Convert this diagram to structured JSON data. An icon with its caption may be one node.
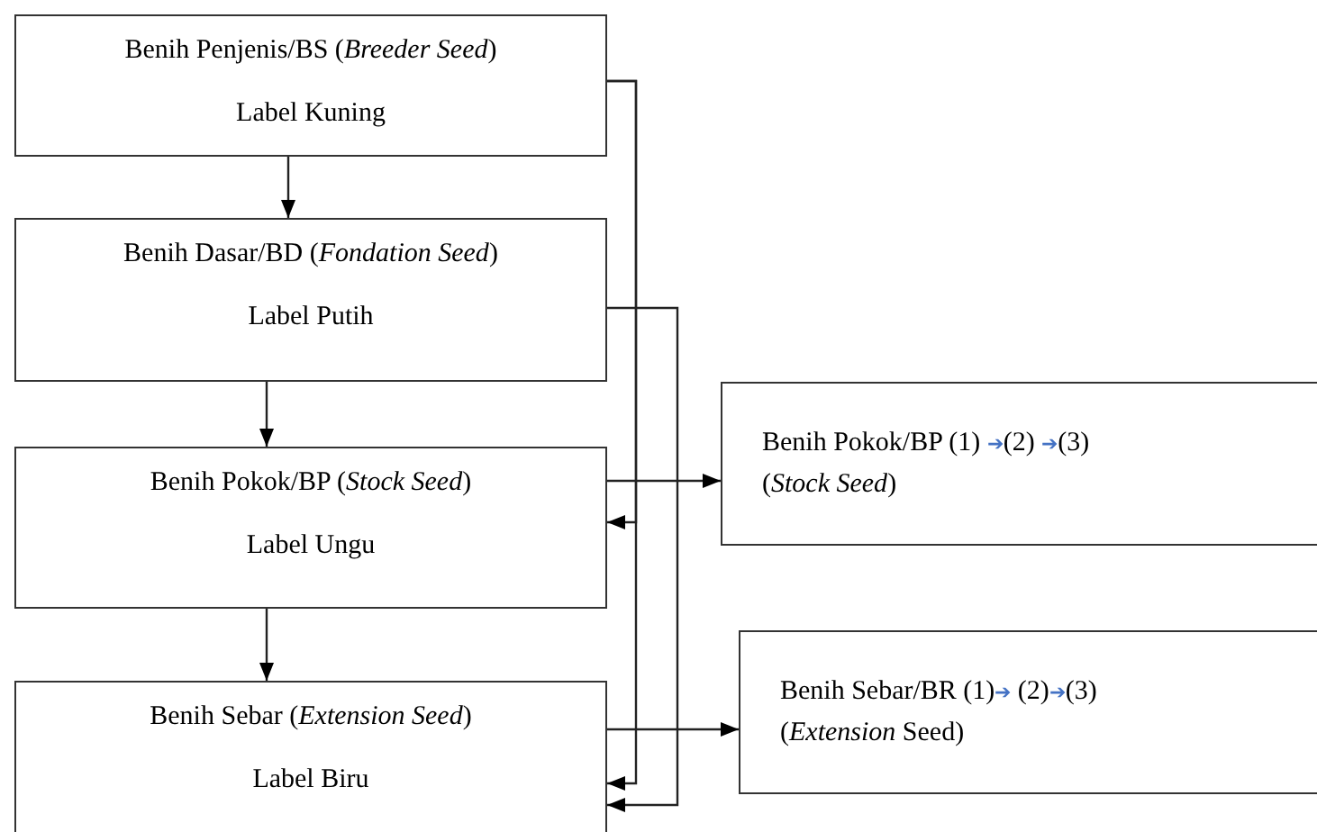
{
  "diagram": {
    "nodes": [
      {
        "text": [
          "Benih Penjenis/BS (*Breeder Seed*)",
          "Label Kuning"
        ]
      },
      {
        "text": [
          "Benih Dasar/BD (*Fondation Seed*)",
          "Label Putih"
        ]
      },
      {
        "text": [
          "Benih Pokok/BP (*Stock Seed*)",
          "Label Ungu"
        ]
      },
      {
        "text": [
          "Benih Sebar (*Extension Seed*)",
          "Label Biru"
        ]
      },
      {
        "text": [
          "Benih Pokok/BP (1) ➔(2) ➔(3)",
          "(*Stock Seed*)"
        ]
      },
      {
        "text": [
          "Benih Sebar/BR (1)➔ (2)➔(3)",
          "(*Extension* Seed)"
        ]
      }
    ],
    "edges": [
      {
        "from": 0,
        "to": 1,
        "arrow": "to"
      },
      {
        "from": 1,
        "to": 2,
        "arrow": "to"
      },
      {
        "from": 2,
        "to": 3,
        "arrow": "to"
      },
      {
        "from": 0,
        "to": 2,
        "arrow": "to"
      },
      {
        "from": 0,
        "to": 3,
        "arrow": "to"
      },
      {
        "from": 1,
        "to": 3,
        "arrow": "to"
      },
      {
        "from": 2,
        "to": 4,
        "arrow": "to"
      },
      {
        "from": 3,
        "to": 5,
        "arrow": "to"
      }
    ]
  }
}
